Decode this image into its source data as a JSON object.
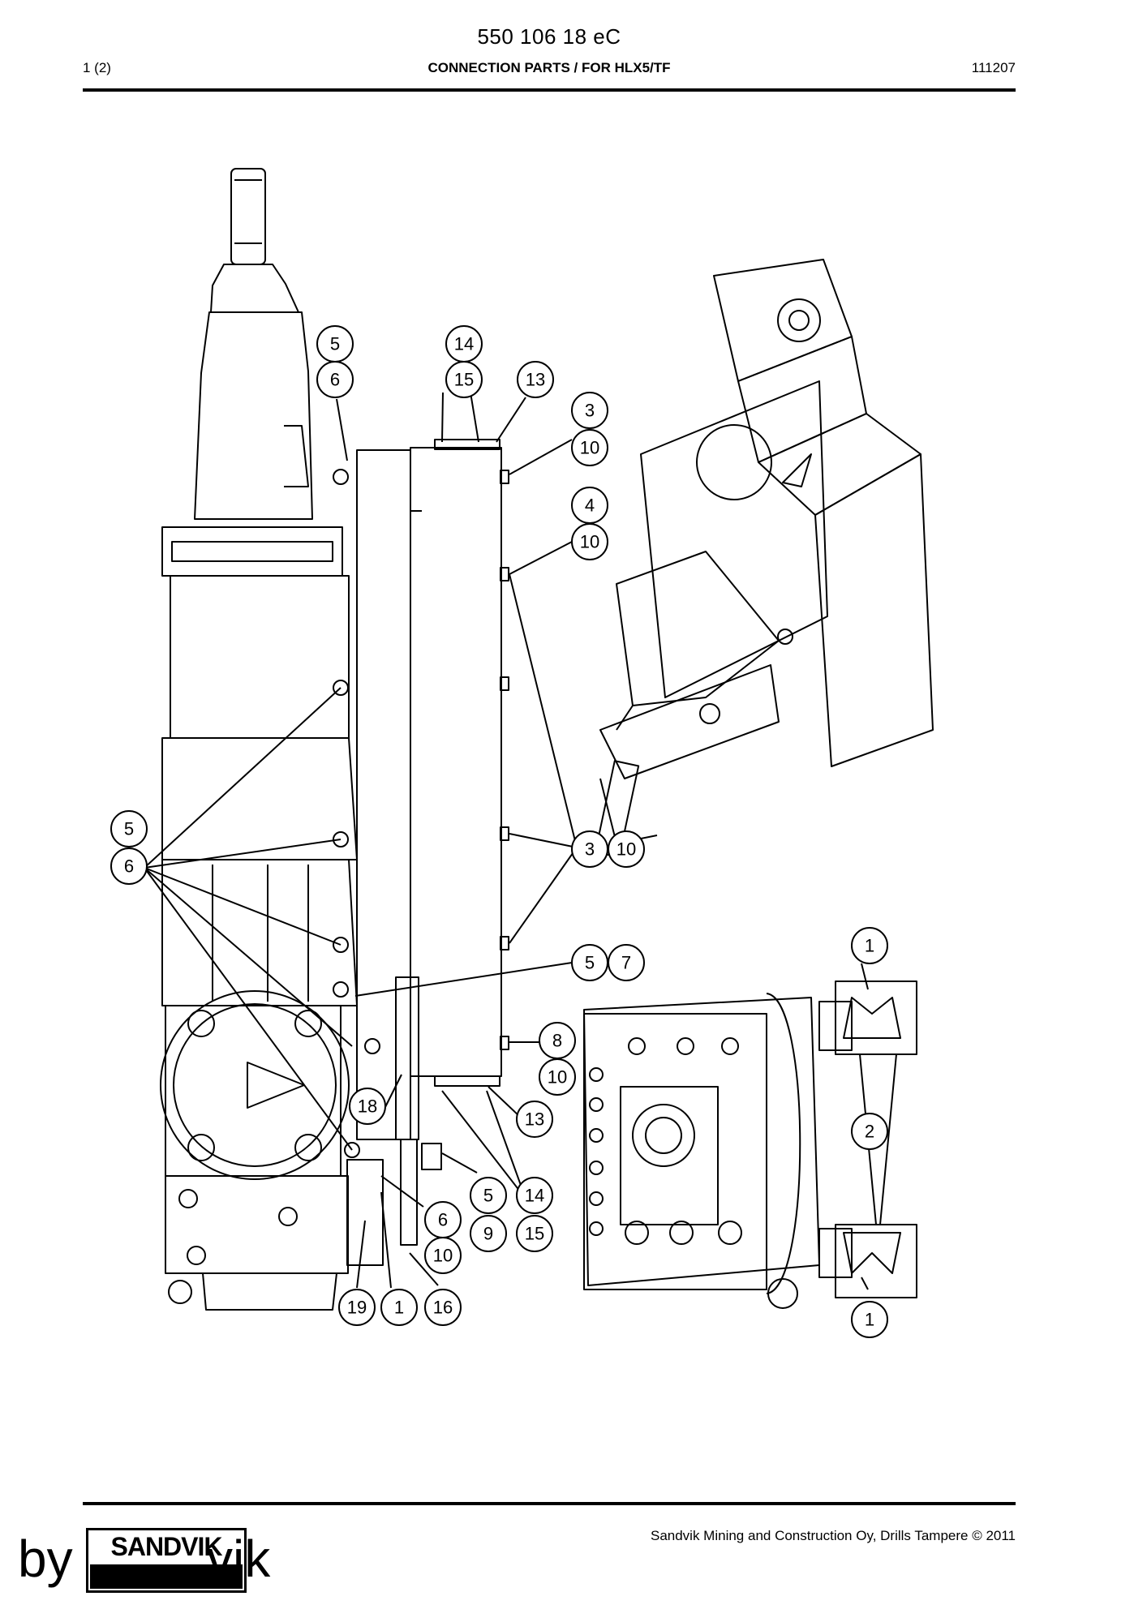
{
  "header": {
    "document_number": "550 106 18 eC",
    "page": "1 (2)",
    "title": "CONNECTION PARTS / FOR HLX5/TF",
    "date_code": "111207"
  },
  "callouts": [
    "5",
    "6",
    "14",
    "15",
    "13",
    "3",
    "10",
    "4",
    "10",
    "5",
    "6",
    "3",
    "10",
    "5",
    "7",
    "1",
    "2",
    "8",
    "10",
    "13",
    "18",
    "5",
    "14",
    "6",
    "9",
    "15",
    "10",
    "19",
    "1",
    "16",
    "1"
  ],
  "footer": {
    "company": "Sandvik Mining and Construction Oy, Drills Tampere © 2011",
    "logo_text": "SANDVIK",
    "byline_prefix": "by",
    "byline_suffix": "vik"
  }
}
